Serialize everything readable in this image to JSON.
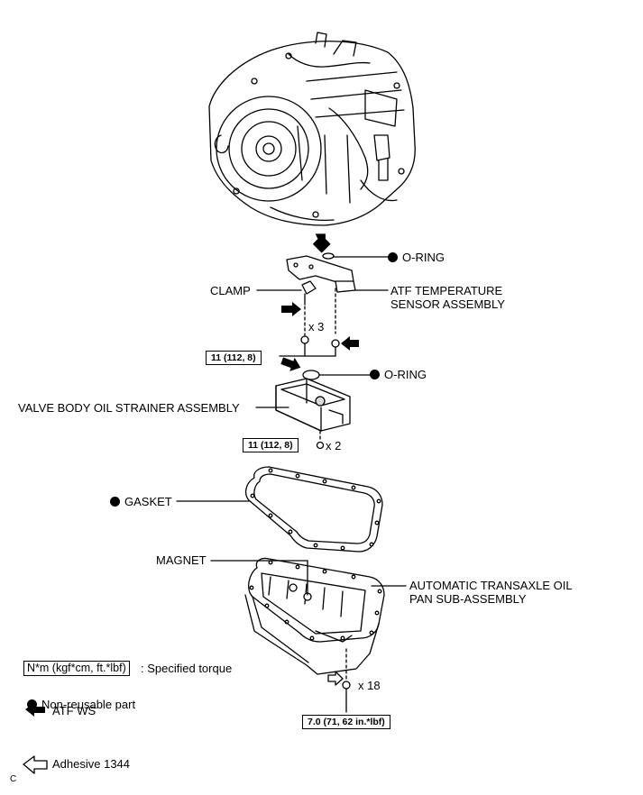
{
  "labels": {
    "oring_top": "O-RING",
    "clamp": "CLAMP",
    "atf_sensor": "ATF TEMPERATURE SENSOR ASSEMBLY",
    "x3": "x 3",
    "torque_11a": "11 (112, 8)",
    "oring_mid": "O-RING",
    "strainer": "VALVE BODY OIL STRAINER ASSEMBLY",
    "torque_11b": "11 (112, 8)",
    "x2": "x 2",
    "gasket": "GASKET",
    "magnet": "MAGNET",
    "oil_pan": "AUTOMATIC TRANSAXLE OIL PAN SUB-ASSEMBLY",
    "x18": "x 18",
    "torque_7": "7.0 (71, 62 in.*lbf)"
  },
  "legend": {
    "torque_unit": "N*m (kgf*cm, ft.*lbf)",
    "torque_desc": ": Specified torque",
    "non_reusable": "Non-reusable part",
    "atf_ws": "ATF WS",
    "adhesive": "Adhesive 1344"
  },
  "corner_mark": "C",
  "colors": {
    "line": "#000000",
    "background": "#ffffff",
    "part_fill": "#ffffff",
    "shade": "#d9d9d9"
  }
}
